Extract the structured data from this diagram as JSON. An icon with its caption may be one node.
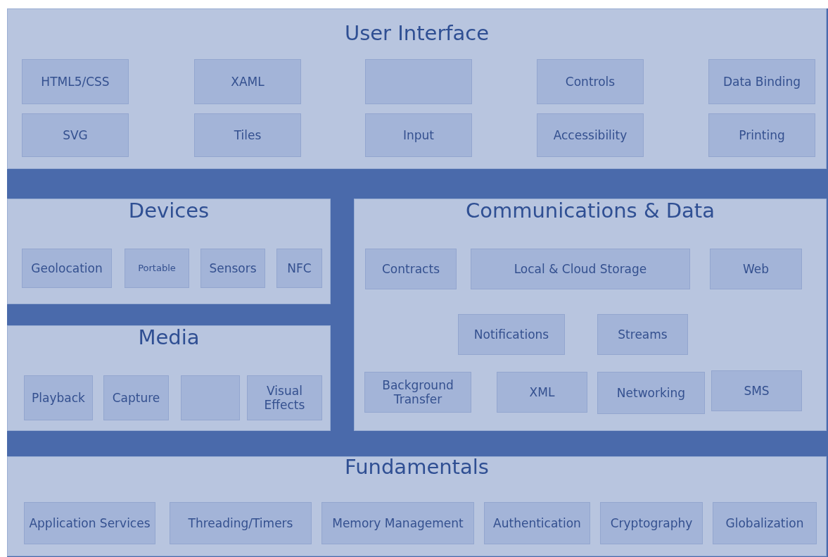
{
  "diagram": {
    "nodes": [
      {
        "text": [
          "User Interface"
        ]
      },
      {
        "text": [
          "HTML5/CSS"
        ],
        "in": 0
      },
      {
        "text": [
          "XAML"
        ],
        "in": 0
      },
      {
        "text": [],
        "shape": "box",
        "in": 0
      },
      {
        "text": [
          "Controls"
        ],
        "in": 0
      },
      {
        "text": [
          "Data Binding"
        ],
        "in": 0
      },
      {
        "text": [
          "SVG"
        ],
        "in": 0
      },
      {
        "text": [
          "Tiles"
        ],
        "in": 0
      },
      {
        "text": [
          "Input"
        ],
        "in": 0
      },
      {
        "text": [
          "Accessibility"
        ],
        "in": 0
      },
      {
        "text": [
          "Printing"
        ],
        "in": 0
      },
      {
        "text": [
          "Devices"
        ]
      },
      {
        "text": [
          "Geolocation"
        ],
        "in": 11
      },
      {
        "text": [
          "Portable"
        ],
        "in": 11
      },
      {
        "text": [
          "Sensors"
        ],
        "in": 11
      },
      {
        "text": [
          "NFC"
        ],
        "in": 11
      },
      {
        "text": [
          "Communications & Data"
        ]
      },
      {
        "text": [
          "Contracts"
        ],
        "in": 16
      },
      {
        "text": [
          "Local & Cloud Storage"
        ],
        "in": 16
      },
      {
        "text": [
          "Web"
        ],
        "in": 16
      },
      {
        "text": [
          "Notifications"
        ],
        "in": 16
      },
      {
        "text": [
          "Streams"
        ],
        "in": 16
      },
      {
        "text": [
          "Background Transfer"
        ],
        "in": 16
      },
      {
        "text": [
          "XML"
        ],
        "in": 16
      },
      {
        "text": [
          "Networking"
        ],
        "in": 16
      },
      {
        "text": [
          "SMS"
        ],
        "in": 16
      },
      {
        "text": [
          "Media"
        ]
      },
      {
        "text": [
          "Playback"
        ],
        "in": 26
      },
      {
        "text": [
          "Capture"
        ],
        "in": 26
      },
      {
        "text": [],
        "shape": "box",
        "in": 26
      },
      {
        "text": [
          "Visual Effects"
        ],
        "in": 26
      },
      {
        "text": [
          "Fundamentals"
        ]
      },
      {
        "text": [
          "Application Services"
        ],
        "in": 31
      },
      {
        "text": [
          "Threading/Timers"
        ],
        "in": 31
      },
      {
        "text": [
          "Memory Management"
        ],
        "in": 31
      },
      {
        "text": [
          "Authentication"
        ],
        "in": 31
      },
      {
        "text": [
          "Cryptography"
        ],
        "in": 31
      },
      {
        "text": [
          "Globalization"
        ],
        "in": 31
      }
    ]
  }
}
